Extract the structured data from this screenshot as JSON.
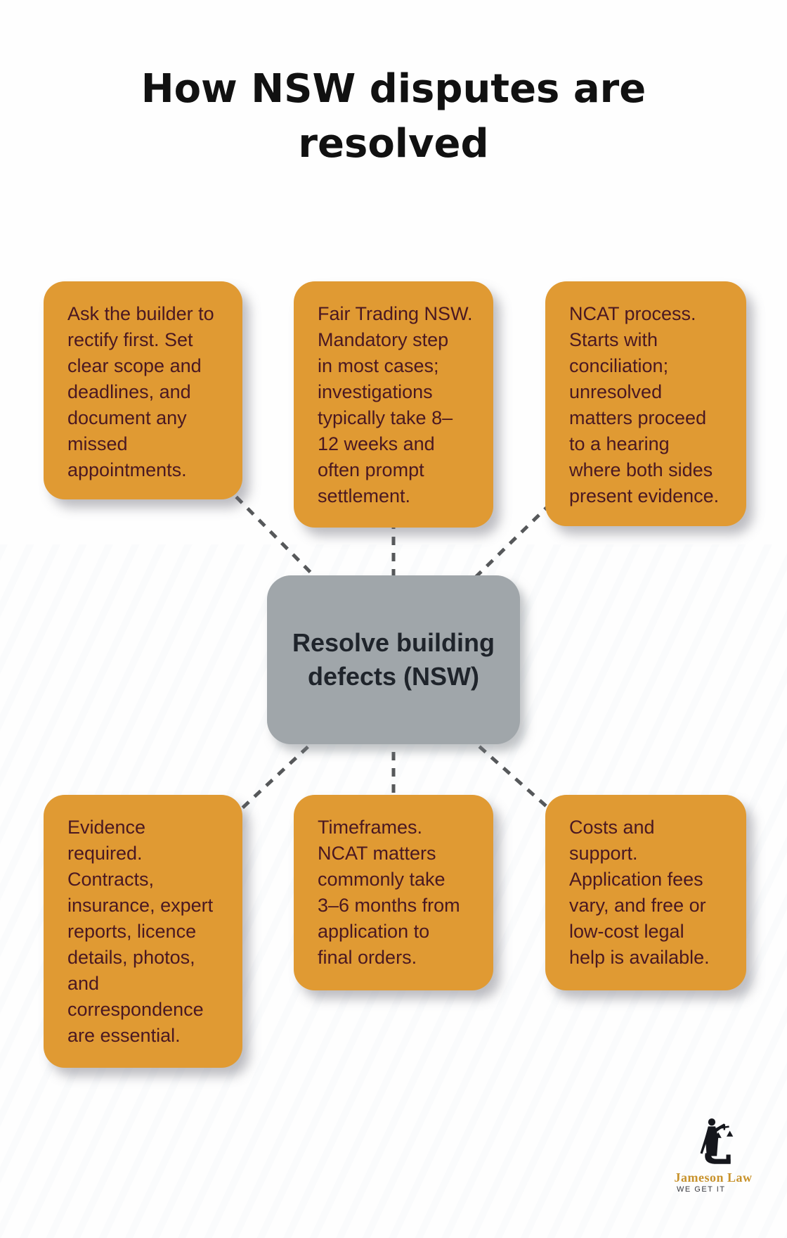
{
  "title": "How NSW disputes are\nresolved",
  "center": {
    "label": "Resolve building\ndefects (NSW)"
  },
  "nodes": [
    {
      "id": "top-left",
      "text": "Ask the builder to\nrectify first. Set\nclear scope and\ndeadlines, and\ndocument any\nmissed\nappointments."
    },
    {
      "id": "top-middle",
      "text": "Fair Trading NSW.\nMandatory step\nin most cases;\ninvestigations\ntypically take 8–\n12 weeks and\noften prompt\nsettlement."
    },
    {
      "id": "top-right",
      "text": "NCAT process.\nStarts with\nconciliation;\nunresolved\nmatters proceed\nto a hearing\nwhere both sides\npresent evidence."
    },
    {
      "id": "bottom-left",
      "text": "Evidence\nrequired.\nContracts,\ninsurance, expert\nreports, licence\ndetails, photos,\nand\ncorrespondence\nare essential."
    },
    {
      "id": "bottom-middle",
      "text": "Timeframes.\nNCAT matters\ncommonly take\n3–6 months from\napplication to\nfinal orders."
    },
    {
      "id": "bottom-right",
      "text": "Costs and\nsupport.\nApplication fees\nvary, and free or\nlow-cost legal\nhelp is available."
    }
  ],
  "logo": {
    "name": "Jameson Law",
    "tagline": "WE GET IT"
  },
  "colors": {
    "box_fill": "#e09a33",
    "box_text": "#4a1822",
    "center_fill": "#a0a6aa",
    "center_text": "#1f242b",
    "connector": "#56585a",
    "title_text": "#111111",
    "logo_gold": "#c8922b"
  }
}
